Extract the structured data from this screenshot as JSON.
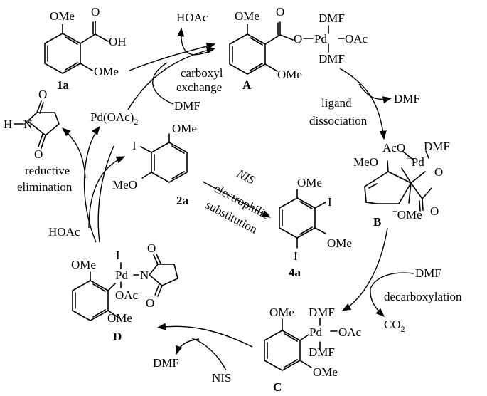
{
  "compounds": {
    "c1a": {
      "label": "1a",
      "ome_top": "OMe",
      "ome_bot": "OMe",
      "o": "O",
      "oh": "OH"
    },
    "A": {
      "label": "A",
      "ome_top": "OMe",
      "ome_bot": "OMe",
      "o": "O",
      "o_link": "O",
      "pd": "Pd",
      "oac": "OAc",
      "dmf_top": "DMF",
      "dmf_bot": "DMF"
    },
    "B": {
      "label": "B",
      "aco": "AcO",
      "dmf": "DMF",
      "pd": "Pd",
      "pd_charge": "−",
      "meo": "MeO",
      "o_ring": "O",
      "o_carbonyl": "O",
      "ome": "OMe",
      "plus": "+"
    },
    "C": {
      "label": "C",
      "ome_top": "OMe",
      "ome_bot": "OMe",
      "pd": "Pd",
      "oac": "OAc",
      "dmf_top": "DMF",
      "dmf_bot": "DMF"
    },
    "D": {
      "label": "D",
      "ome_top": "OMe",
      "ome_bot": "OMe",
      "i": "I",
      "pd": "Pd",
      "n": "N",
      "oac": "OAc",
      "o_top": "O",
      "o_bot": "O"
    },
    "c2a": {
      "label": "2a",
      "i": "I",
      "ome": "OMe",
      "meo": "MeO"
    },
    "c4a": {
      "label": "4a",
      "ome_top": "OMe",
      "ome_right": "OMe",
      "i_top": "I",
      "i_bot": "I"
    },
    "succinimide": {
      "h": "H",
      "n": "N",
      "o_top": "O",
      "o_bot": "O"
    },
    "catalyst": {
      "main": "Pd(OAc)",
      "sub": "2"
    }
  },
  "steps": {
    "carboxyl_exchange": [
      "carboxyl",
      "exchange"
    ],
    "ligand_dissociation": [
      "ligand",
      "dissociation"
    ],
    "decarboxylation": "decarboxylation",
    "reductive_elimination": [
      "reductive",
      "elimination"
    ],
    "nis_electrophilic": [
      "NIS",
      "electrophilic",
      "substitution"
    ]
  },
  "species": {
    "hoac_top": "HOAc",
    "dmf_in_top": "DMF",
    "dmf_out_right": "DMF",
    "dmf_in_lower_right": "DMF",
    "co2_main": "CO",
    "co2_sub": "2",
    "dmf_out_bottom": "DMF",
    "nis_in_bottom": "NIS",
    "hoac_left": "HOAc"
  }
}
